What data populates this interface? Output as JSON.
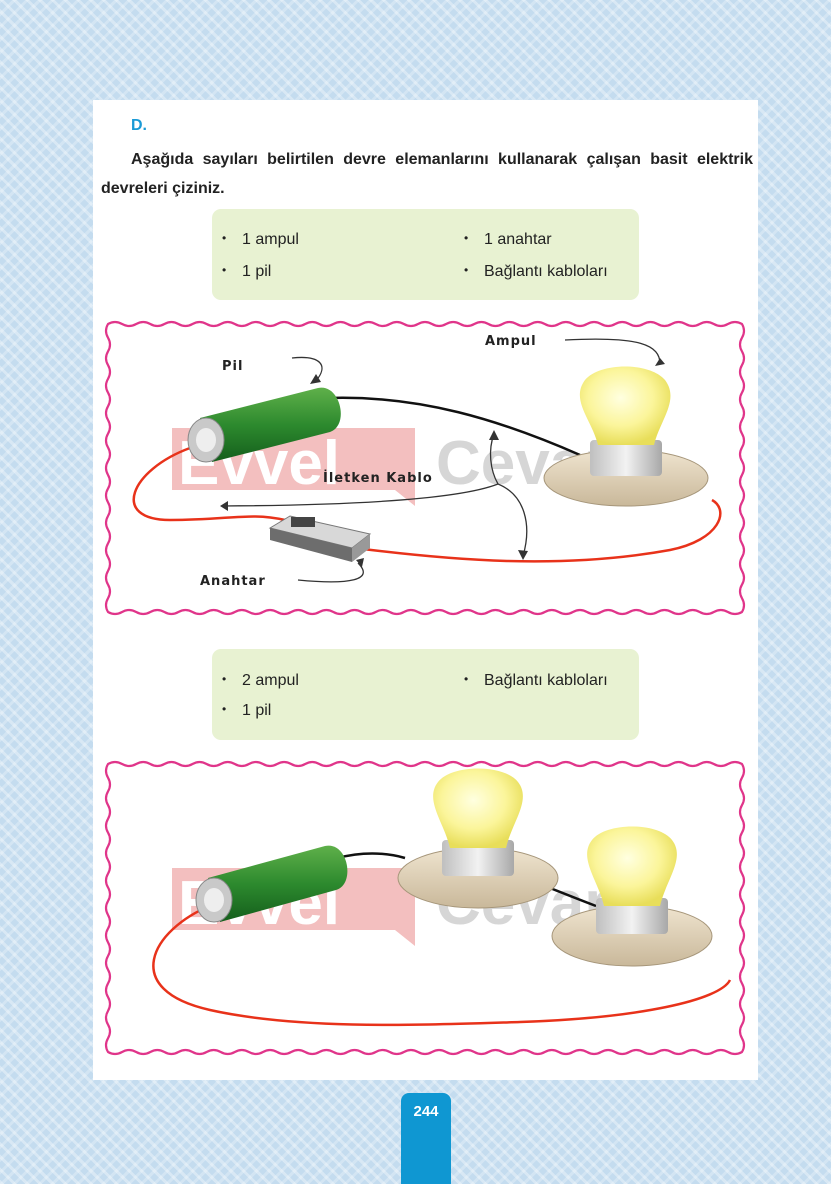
{
  "section": {
    "letter": "D."
  },
  "instruction": "Aşağıda sayıları belirtilen devre elemanlarını kullanarak çalışan basit elektrik devreleri çiziniz.",
  "box1": {
    "items": [
      "1 ampul",
      "1 pil",
      "1 anahtar",
      "Bağlantı kabloları"
    ]
  },
  "box2": {
    "items": [
      "2 ampul",
      "1 pil",
      "Bağlantı kabloları"
    ]
  },
  "diagram1": {
    "labels": {
      "pil": "Pil",
      "ampul": "Ampul",
      "kablo": "İletken Kablo",
      "anahtar": "Anahtar"
    }
  },
  "watermark": {
    "part1": "Evvel",
    "part2": "Cevap"
  },
  "page_number": "244",
  "colors": {
    "accent": "#1a9ad6",
    "border_wave": "#e0358a",
    "wire_red": "#e8321a",
    "box_bg": "#e8f2d2"
  }
}
